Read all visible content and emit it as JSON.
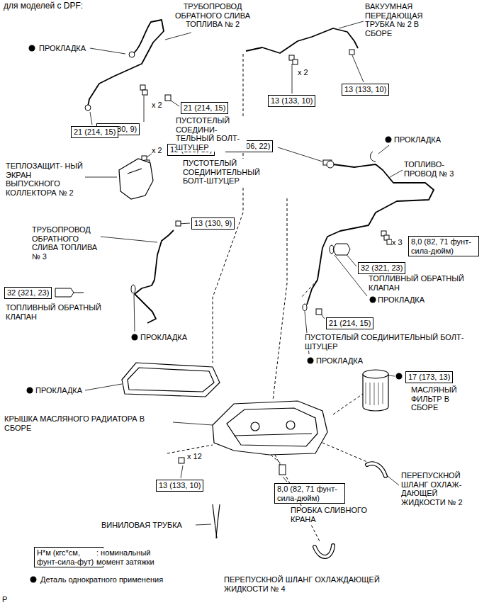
{
  "diagram": {
    "title": "для моделей с DPF:",
    "nodes": [
      {
        "text": [
          "21 (214, 15)"
        ]
      },
      {
        "text": [
          "13 (130, 9)"
        ]
      },
      {
        "text": [
          "21 (214, 15)"
        ]
      },
      {
        "text": [
          "13 (133, 10)"
        ]
      },
      {
        "text": [
          "13 (133, 10)"
        ]
      },
      {
        "text": [
          "13 (133, 10)"
        ]
      },
      {
        "text": [
          "30 (306, 22)"
        ]
      },
      {
        "text": [
          "13 (130, 9)"
        ]
      },
      {
        "text": [
          "8,0 (82, 71 фунт-сила-дюйм)"
        ]
      },
      {
        "text": [
          "32 (321, 23)"
        ]
      },
      {
        "text": [
          "32 (321, 23)"
        ]
      },
      {
        "text": [
          "21 (214, 15)"
        ]
      },
      {
        "text": [
          "17 (173, 13)"
        ]
      },
      {
        "text": [
          "13 (133, 10)"
        ]
      },
      {
        "text": [
          "8,0 (82, 71 фунт-сила-дюйм)"
        ]
      },
      {
        "text": [
          "Н*м (кгс*см, фунт-сила-фут)"
        ]
      }
    ],
    "labels": [
      "ТРУБОПРОВОД ОБРАТНОГО СЛИВА ТОПЛИВА № 2",
      "ПРОКЛАДКА",
      "x 2",
      "ПУСТОТЕЛЫЙ СОЕДИНИ- ТЕЛЬНЫЙ БОЛТ-ШТУЦЕР",
      "ВАКУУМНАЯ ПЕРЕДАЮЩАЯ ТРУБКА № 2 В СБОРЕ",
      "x 2",
      "ТЕПЛОЗАЩИТ- НЫЙ ЭКРАН ВЫПУСКНОГО КОЛЛЕКТОРА № 2",
      "x 2",
      "ПРОКЛАДКА",
      "ПУСТОТЕЛЫЙ СОЕДИНИТЕЛЬНЫЙ БОЛТ-ШТУЦЕР",
      "ТОПЛИВО- ПРОВОД № 3",
      "ТРУБОПРОВОД ОБРАТНОГО СЛИВА ТОПЛИВА № 3",
      "x 3",
      "ТОПЛИВНЫЙ ОБРАТНЫЙ КЛАПАН",
      "ПРОКЛАДКА",
      "ТОПЛИВНЫЙ ОБРАТНЫЙ КЛАПАН",
      "ПРОКЛАДКА",
      "ПУСТОТЕЛЫЙ СОЕДИНИТЕЛЬНЫЙ БОЛТ-ШТУЦЕР",
      "ПРОКЛАДКА",
      "ПРОКЛАДКА",
      "МАСЛЯНЫЙ ФИЛЬТР В СБОРЕ",
      "КРЫШКА МАСЛЯНОГО РАДИАТОРА В СБОРЕ",
      "x 12",
      "ПЕРЕПУСКНОЙ ШЛАНГ ОХЛАЖ- ДАЮЩЕЙ ЖИДКОСТИ № 2",
      "ПРОБКА СЛИВНОГО КРАНА",
      "ВИНИЛОВАЯ ТРУБКА",
      "ПЕРЕПУСКНОЙ ШЛАНГ ОХЛАЖДАЮЩЕЙ ЖИДКОСТИ № 4",
      "P"
    ],
    "legend": [
      {
        "text": ": номинальный момент затяжки"
      },
      {
        "text": "Деталь однократного применения"
      }
    ]
  }
}
